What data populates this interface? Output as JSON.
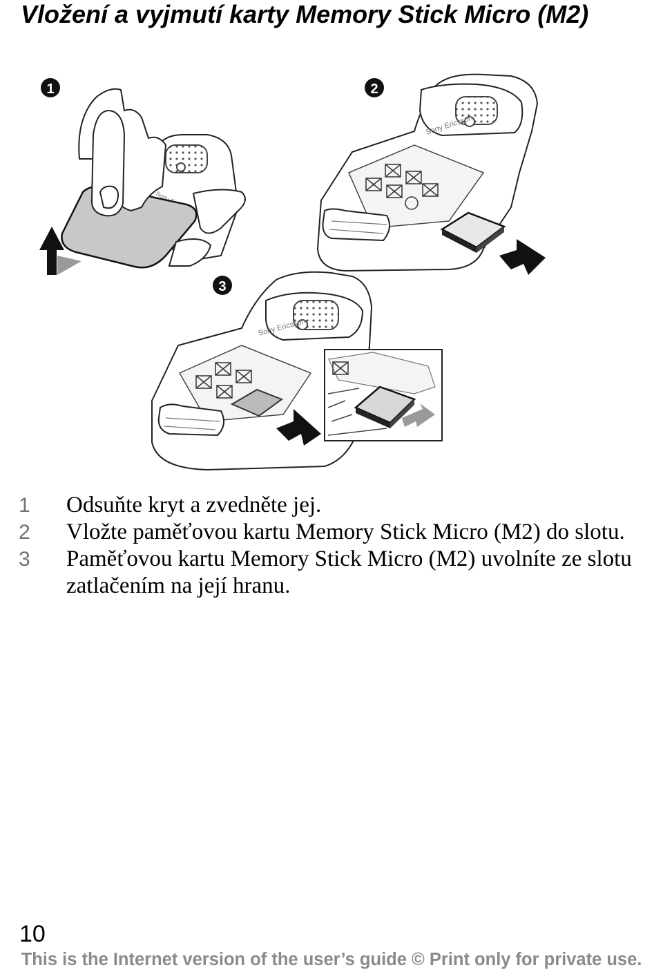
{
  "title": "Vložení a vyjmutí karty Memory Stick Micro (M2)",
  "figure": {
    "callouts": [
      "1",
      "2",
      "3"
    ],
    "brand": "Sony Ericsson",
    "icons": [
      "hand-icon",
      "phone-icon",
      "memory-card-icon",
      "arrow-icon"
    ]
  },
  "steps": [
    {
      "num": "1",
      "text": "Odsuňte kryt a zvedněte jej."
    },
    {
      "num": "2",
      "text": "Vložte paměťovou kartu Memory Stick Micro (M2) do slotu."
    },
    {
      "num": "3",
      "text": "Paměťovou kartu Memory Stick Micro (M2) uvolníte ze slotu zatlačením na její hranu."
    }
  ],
  "page_number": "10",
  "footer": "This is the Internet version of the user’s guide © Print only for private use."
}
